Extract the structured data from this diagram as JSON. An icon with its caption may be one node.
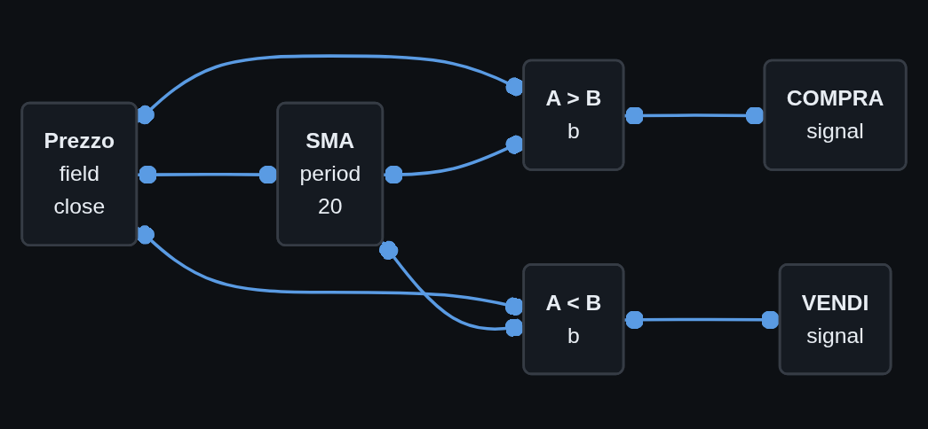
{
  "diagram": {
    "nodes": [
      {
        "text": [
          "Prezzo",
          "field",
          "close"
        ]
      },
      {
        "text": [
          "SMA",
          "period",
          "20"
        ]
      },
      {
        "text": [
          "A > B",
          "b"
        ]
      },
      {
        "text": [
          "A < B",
          "b"
        ]
      },
      {
        "text": [
          "COMPRA",
          "signal"
        ]
      },
      {
        "text": [
          "VENDI",
          "signal"
        ]
      }
    ],
    "edges": [
      {
        "from": 0,
        "to": 2,
        "arrow": "other"
      },
      {
        "from": 0,
        "to": 3,
        "arrow": "other"
      },
      {
        "from": 0,
        "to": 1,
        "arrow": "other"
      },
      {
        "from": 1,
        "to": 2,
        "arrow": "other"
      },
      {
        "from": 1,
        "to": 3,
        "arrow": "other"
      },
      {
        "from": 2,
        "to": 4,
        "arrow": "other"
      },
      {
        "from": 3,
        "to": 5,
        "arrow": "other"
      }
    ]
  }
}
